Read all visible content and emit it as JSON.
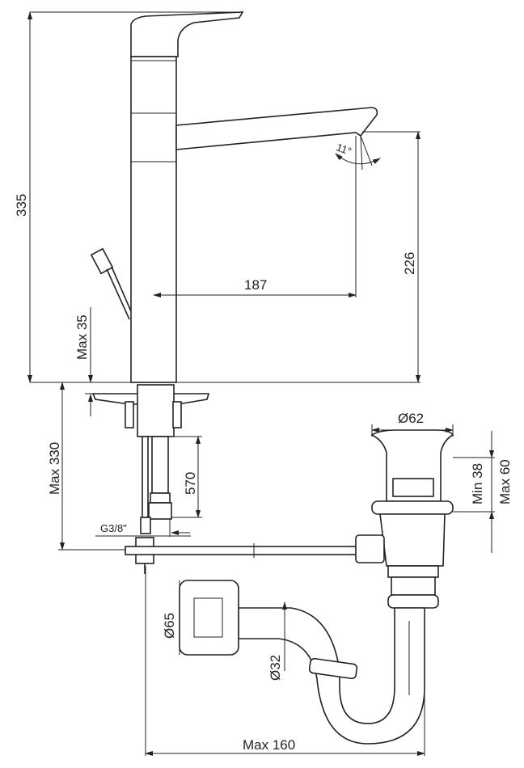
{
  "drawing": {
    "dimensions": {
      "total_height": "335",
      "spout_height": "226",
      "spout_reach": "187",
      "spout_angle": "11°",
      "max_counter_thickness": "Max 35",
      "max_below_counter": "Max 330",
      "hose_length": "570",
      "thread": "G3/8\"",
      "waste_diameter": "Ø62",
      "waste_min": "Min 38",
      "waste_max": "Max 60",
      "trap_diameter": "Ø65",
      "pipe_diameter": "Ø32",
      "max_offset": "Max 160"
    }
  }
}
